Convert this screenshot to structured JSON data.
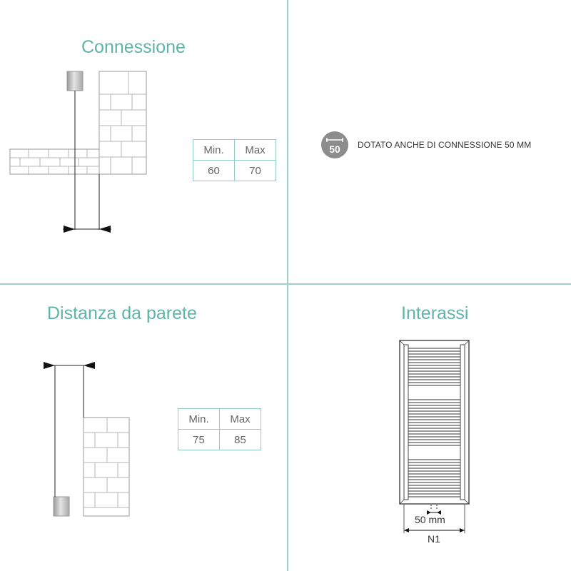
{
  "connessione": {
    "title": "Connessione",
    "table": {
      "headers": [
        "Min.",
        "Max"
      ],
      "values": [
        "60",
        "70"
      ]
    }
  },
  "feature": {
    "badge_value": "50",
    "text": "DOTATO ANCHE DI CONNESSIONE 50 MM",
    "icon": "connection-50-icon"
  },
  "distanza": {
    "title": "Distanza da parete",
    "table": {
      "headers": [
        "Min.",
        "Max"
      ],
      "values": [
        "75",
        "85"
      ]
    }
  },
  "interassi": {
    "title": "Interassi",
    "spacing_label": "50 mm",
    "width_label": "N1"
  },
  "colors": {
    "accent": "#5fb3a8",
    "divider": "#9fd1cb",
    "table_border": "#8fcdc5",
    "badge": "#8c8c8c"
  }
}
